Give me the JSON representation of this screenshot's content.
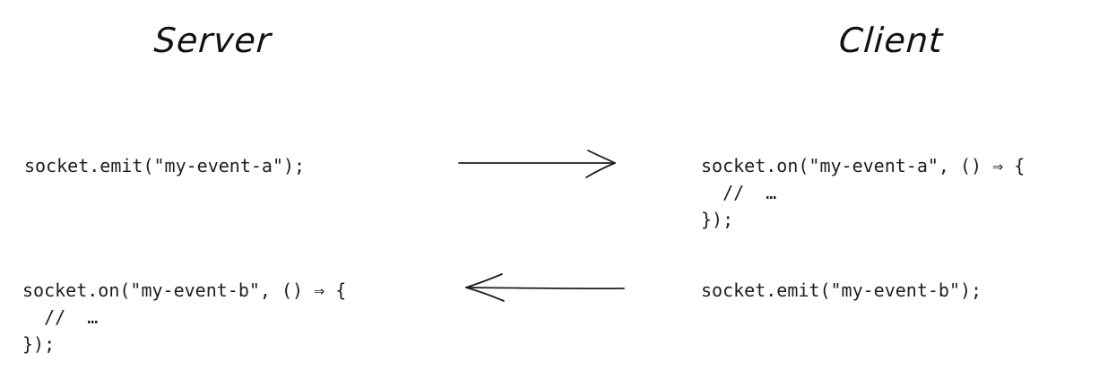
{
  "headings": {
    "server": "Server",
    "client": "Client"
  },
  "flows": [
    {
      "direction": "server-to-client",
      "server_code": [
        "socket.emit(\"my-event-a\");"
      ],
      "client_code": [
        "socket.on(\"my-event-a\", () ⇒ {",
        "  //  …",
        "});"
      ]
    },
    {
      "direction": "client-to-server",
      "server_code": [
        "socket.on(\"my-event-b\", () ⇒ {",
        "  //  …",
        "});"
      ],
      "client_code": [
        "socket.emit(\"my-event-b\");"
      ]
    }
  ],
  "colors": {
    "ink": "#1e1e1e",
    "background": "#ffffff"
  }
}
